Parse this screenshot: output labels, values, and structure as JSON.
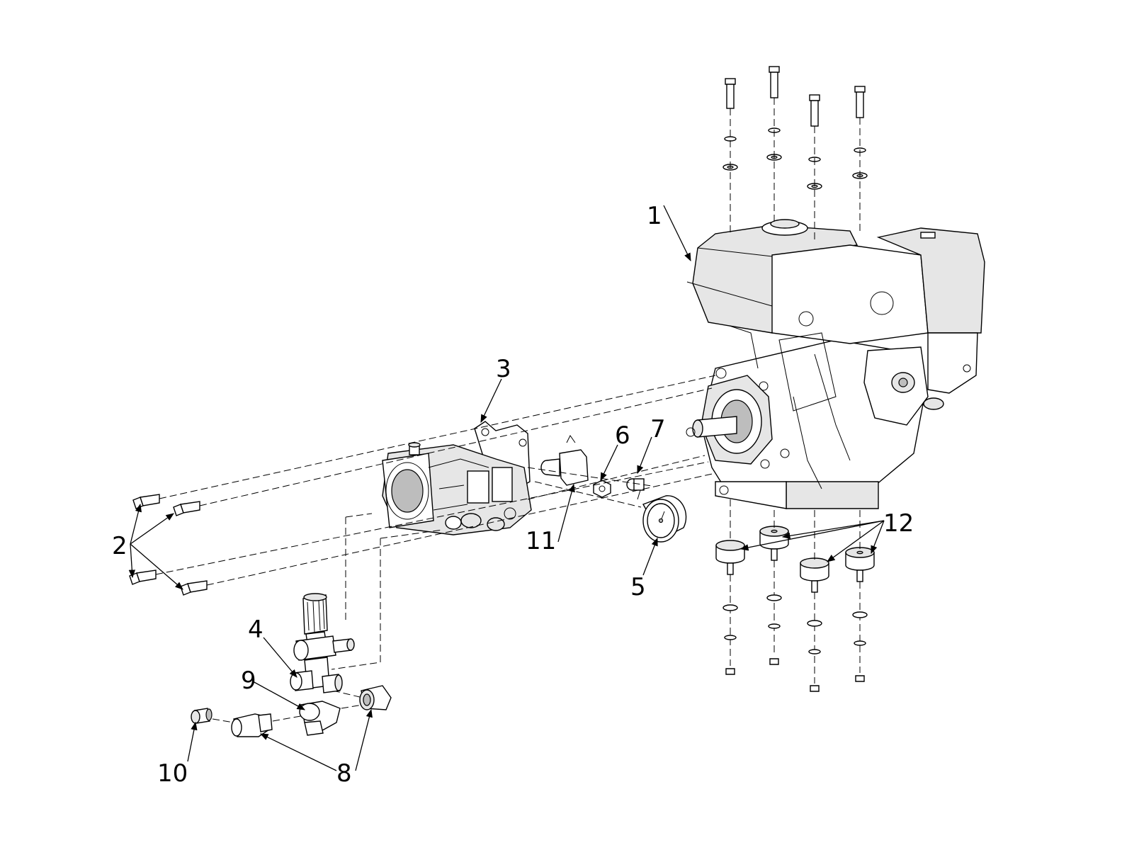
{
  "callouts": [
    {
      "id": "1",
      "label": "1"
    },
    {
      "id": "2",
      "label": "2"
    },
    {
      "id": "3",
      "label": "3"
    },
    {
      "id": "4",
      "label": "4"
    },
    {
      "id": "5",
      "label": "5"
    },
    {
      "id": "6",
      "label": "6"
    },
    {
      "id": "7",
      "label": "7"
    },
    {
      "id": "8",
      "label": "8"
    },
    {
      "id": "9",
      "label": "9"
    },
    {
      "id": "10",
      "label": "10"
    },
    {
      "id": "11",
      "label": "11"
    },
    {
      "id": "12",
      "label": "12"
    }
  ],
  "colors": {
    "line": "#000000",
    "background": "#ffffff",
    "shade": "#e6e6e6"
  }
}
